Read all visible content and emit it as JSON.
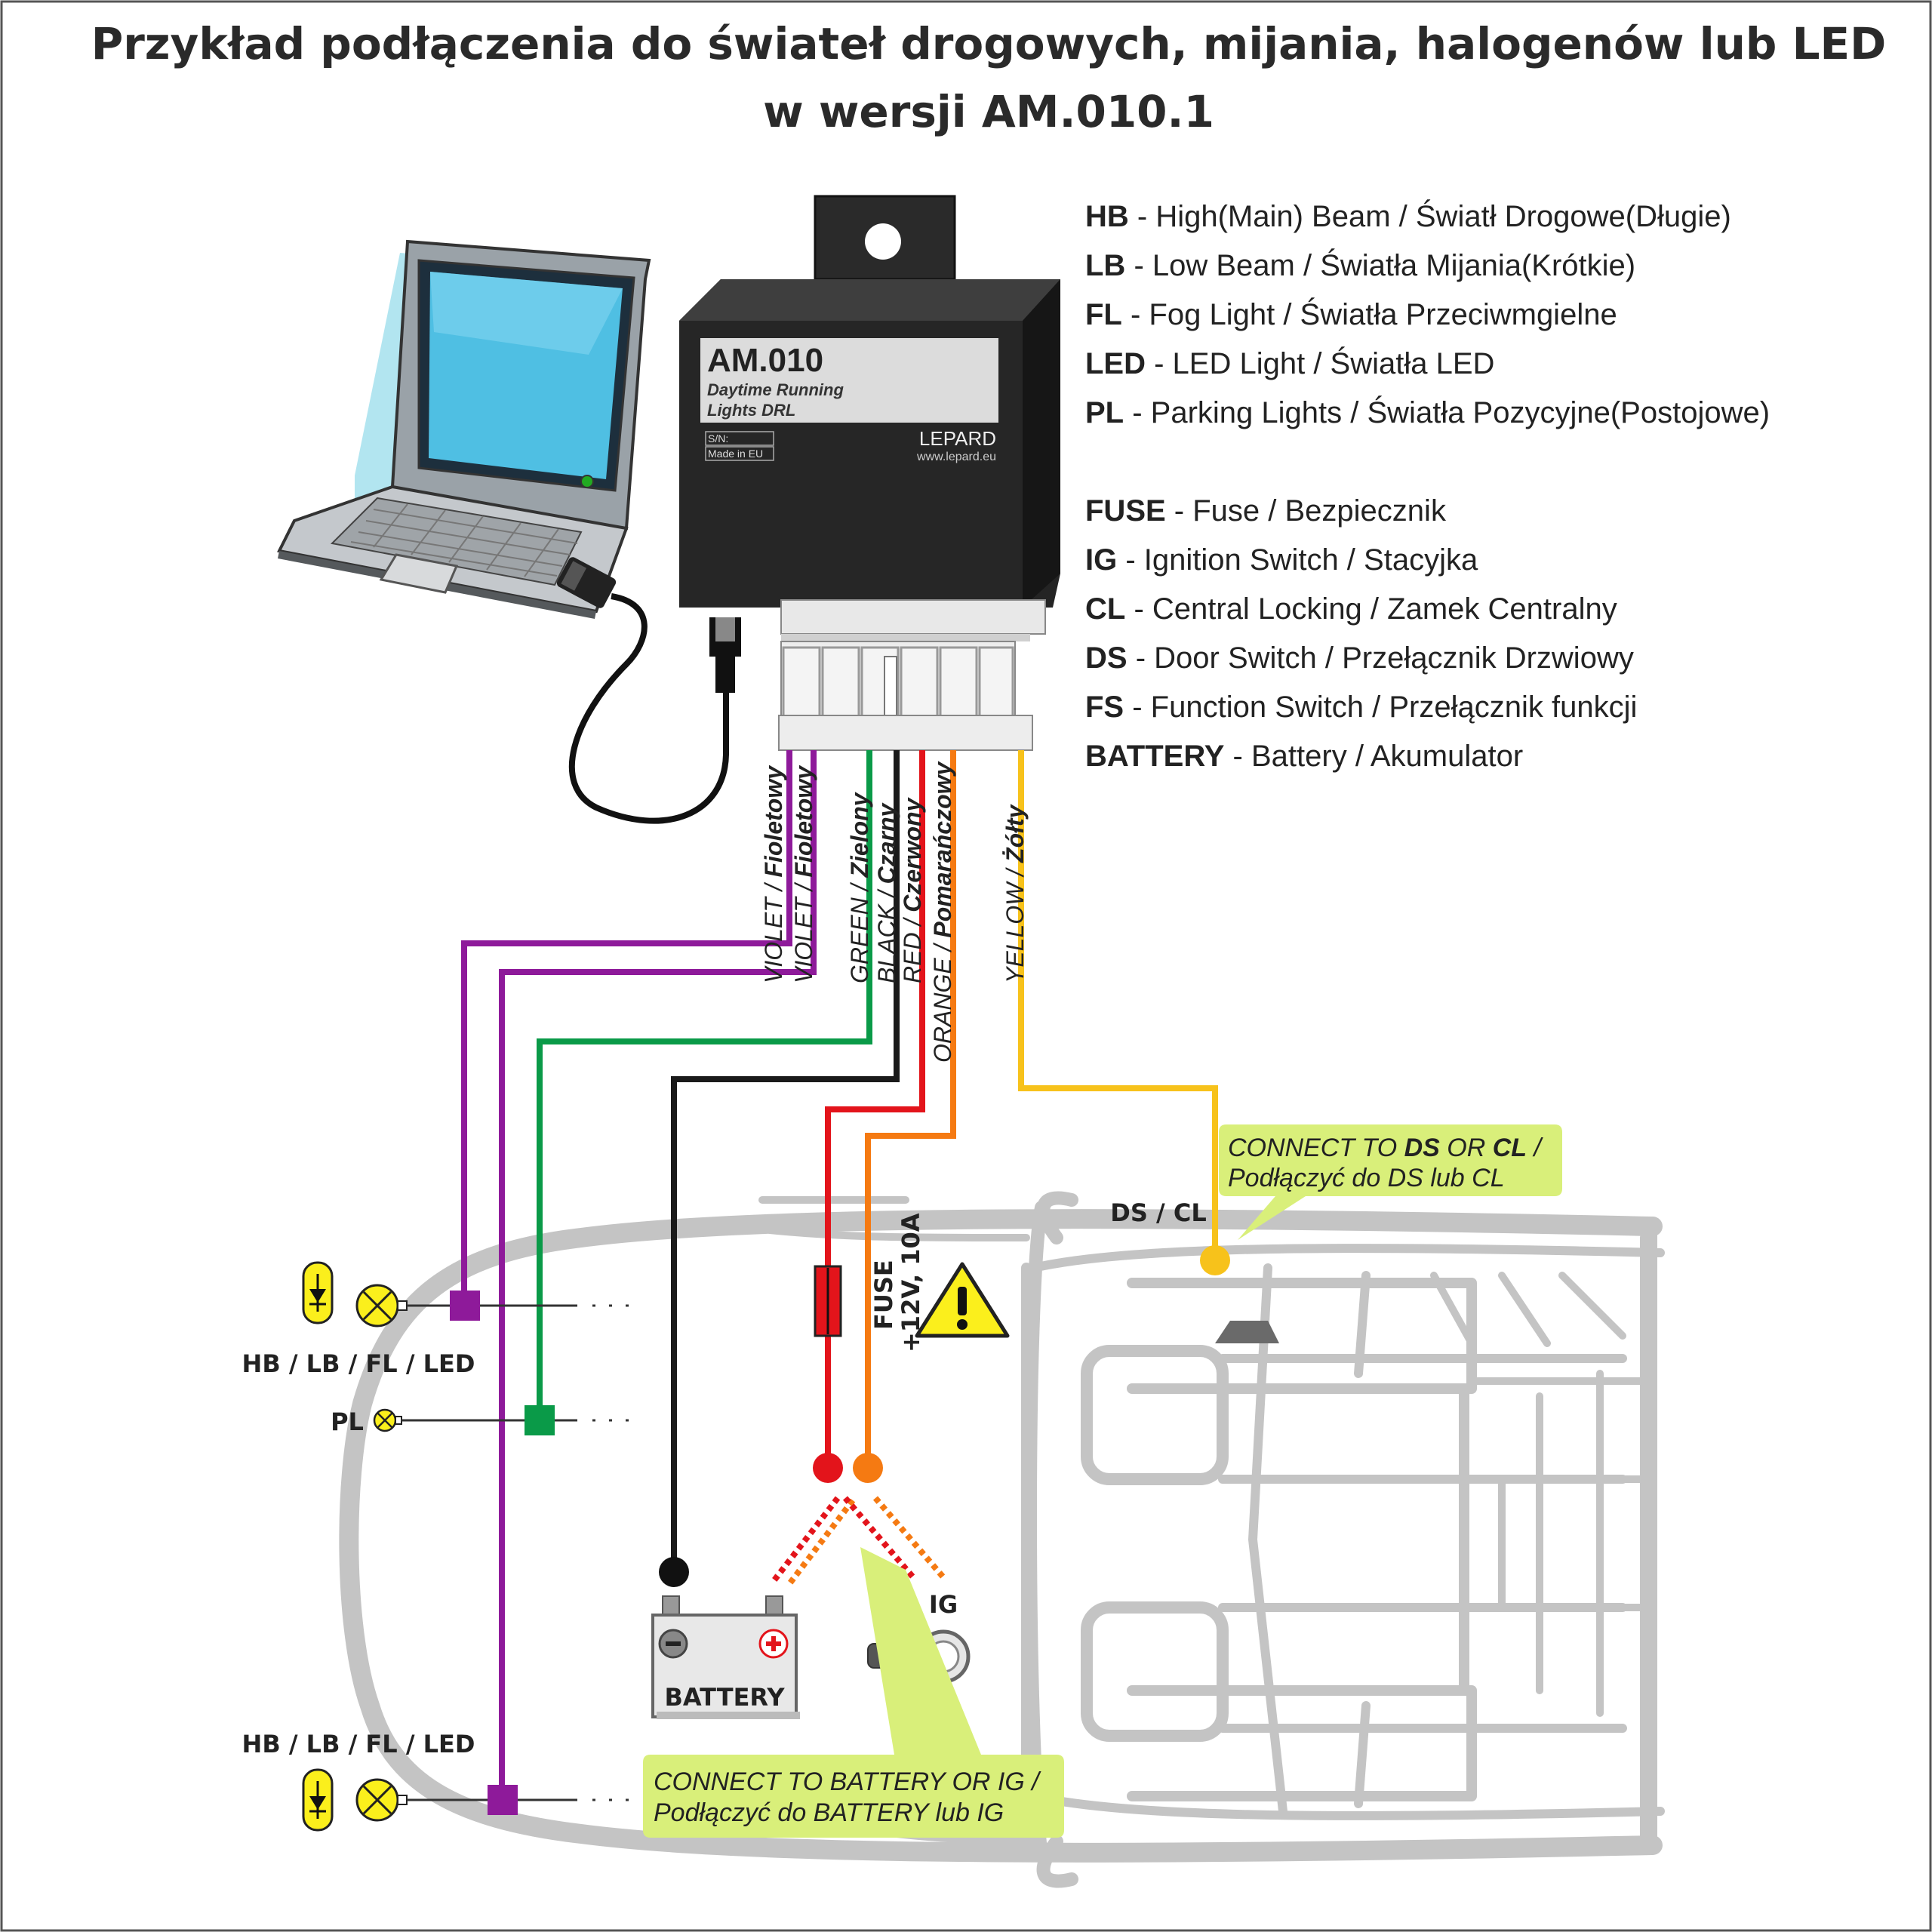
{
  "title": {
    "line1": "Przykład podłączenia do świateł drogowych, mijania, halogenów lub LED",
    "line2": "w wersji AM.010.1"
  },
  "legend": [
    {
      "abbr": "HB",
      "text": " - High(Main) Beam / Światł Drogowe(Długie)"
    },
    {
      "abbr": "LB",
      "text": " - Low Beam / Światła Mijania(Krótkie)"
    },
    {
      "abbr": "FL",
      "text": " - Fog Light / Światła Przeciwmgielne"
    },
    {
      "abbr": "LED",
      "text": " - LED Light / Światła LED"
    },
    {
      "abbr": "PL",
      "text": " - Parking Lights / Światła Pozycyjne(Postojowe)"
    },
    {
      "abbr": "FUSE",
      "text": " - Fuse / Bezpiecznik"
    },
    {
      "abbr": "IG",
      "text": " - Ignition Switch / Stacyjka"
    },
    {
      "abbr": "CL",
      "text": " - Central Locking / Zamek Centralny"
    },
    {
      "abbr": "DS",
      "text": " - Door Switch / Przełącznik Drzwiowy"
    },
    {
      "abbr": "FS",
      "text": " - Function Switch / Przełącznik funkcji"
    },
    {
      "abbr": "BATTERY",
      "text": " - Battery / Akumulator"
    }
  ],
  "device": {
    "model": "AM.010",
    "line1": "Daytime Running",
    "line2": "Lights DRL",
    "sn": "S/N:",
    "made": "Made in EU",
    "brand": "LEPARD",
    "url": "www.lepard.eu"
  },
  "wires": [
    {
      "en": "VIOLET / ",
      "pl": "Fioletowy",
      "color": "#8e1a9a"
    },
    {
      "en": "VIOLET / ",
      "pl": "Fioletowy",
      "color": "#8e1a9a"
    },
    {
      "en": "GREEN / ",
      "pl": "Zielony",
      "color": "#0a9a48"
    },
    {
      "en": "BLACK / ",
      "pl": "Czarny",
      "color": "#1a1a1a"
    },
    {
      "en": "RED / ",
      "pl": "Czerwony",
      "color": "#e3141b"
    },
    {
      "en": "ORANGE / ",
      "pl": "Pomarańczowy",
      "color": "#f57a12"
    },
    {
      "en": "YELLOW / ",
      "pl": "Żółty",
      "color": "#f7c21b"
    }
  ],
  "labels": {
    "hb_top": "HB / LB / FL / LED",
    "pl": "PL",
    "hb_bottom": "HB / LB / FL / LED",
    "fuse": "FUSE",
    "fuse_rating": "+12V, 10A",
    "battery": "BATTERY",
    "ig": "IG",
    "dscl": "DS / CL"
  },
  "callouts": {
    "dscl_line1_a": "CONNECT TO ",
    "dscl_line1_b": "DS",
    "dscl_line1_c": " OR ",
    "dscl_line1_d": "CL",
    "dscl_line1_e": " /",
    "dscl_line2": "Podłączyć do DS lub CL",
    "bat_line1": "CONNECT TO BATTERY OR IG /",
    "bat_line2": "Podłączyć do BATTERY lub IG"
  },
  "colors": {
    "violet": "#8e1a9a",
    "green": "#0a9a48",
    "black": "#1a1a1a",
    "red": "#e3141b",
    "orange": "#f57a12",
    "yellow": "#f7c21b",
    "callout": "#d9ef7a",
    "bulb": "#fbef1c",
    "car": "#c4c4c4",
    "warning": "#fbef1c"
  },
  "icons": [
    "laptop-icon",
    "usb-cable-icon",
    "warning-icon",
    "bulb-icon",
    "led-icon",
    "battery-icon",
    "ignition-key-icon"
  ]
}
